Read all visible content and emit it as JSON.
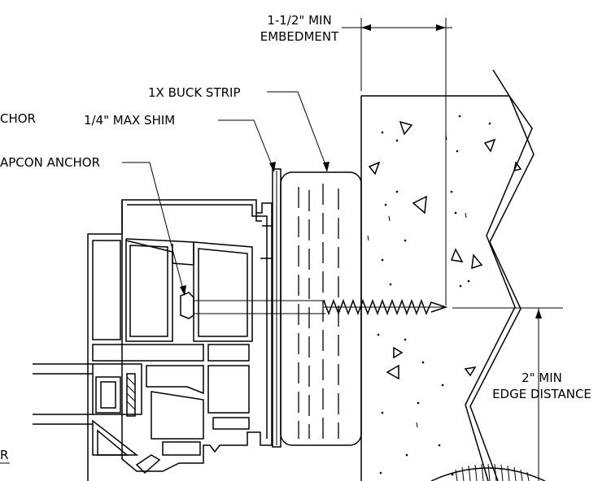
{
  "labels": {
    "embedment_line1": "1-1/2\" MIN",
    "embedment_line2": "EMBEDMENT",
    "buck_strip": "1X BUCK STRIP",
    "shim": "1/4\" MAX SHIM",
    "anchor_partial": "CHOR",
    "tapcon_partial": "APCON ANCHOR",
    "edge_line1": "2\" MIN",
    "edge_line2": "EDGE DISTANCE",
    "bottom_partial": "R"
  },
  "colors": {
    "ink": "#000000",
    "paper": "#ffffff"
  }
}
